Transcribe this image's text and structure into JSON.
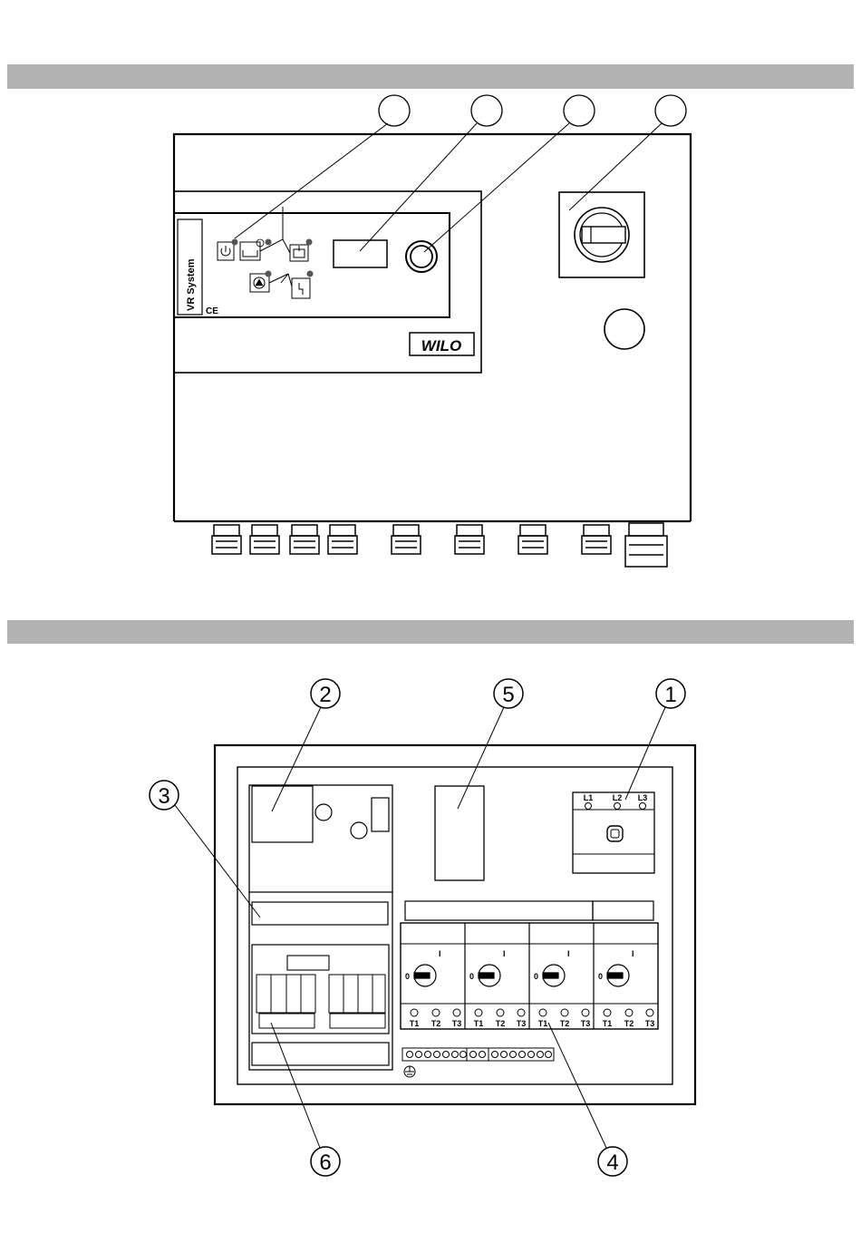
{
  "figure1": {
    "device_label": "VR System",
    "ce_mark": "CE",
    "brand": "WILO",
    "leds": [
      "power-led",
      "level-led",
      "alarm-led",
      "pump-led",
      "fault-led"
    ],
    "icons": [
      "power-icon",
      "level-icon",
      "alarm-box-icon",
      "pump-icon",
      "fault-icon"
    ]
  },
  "figure2": {
    "callouts": [
      "1",
      "2",
      "3",
      "4",
      "5",
      "6"
    ],
    "main_switch_terminals": [
      "L1",
      "L2",
      "L3"
    ],
    "breaker_off_label": "0",
    "breaker_on_label": "I",
    "breaker_terminals": [
      "T1",
      "T2",
      "T3"
    ],
    "breaker_count": 4,
    "ground_symbol": "earth-icon"
  },
  "colors": {
    "band": "#b3b3b3",
    "line": "#000000",
    "led": "#555555",
    "background": "#ffffff"
  }
}
